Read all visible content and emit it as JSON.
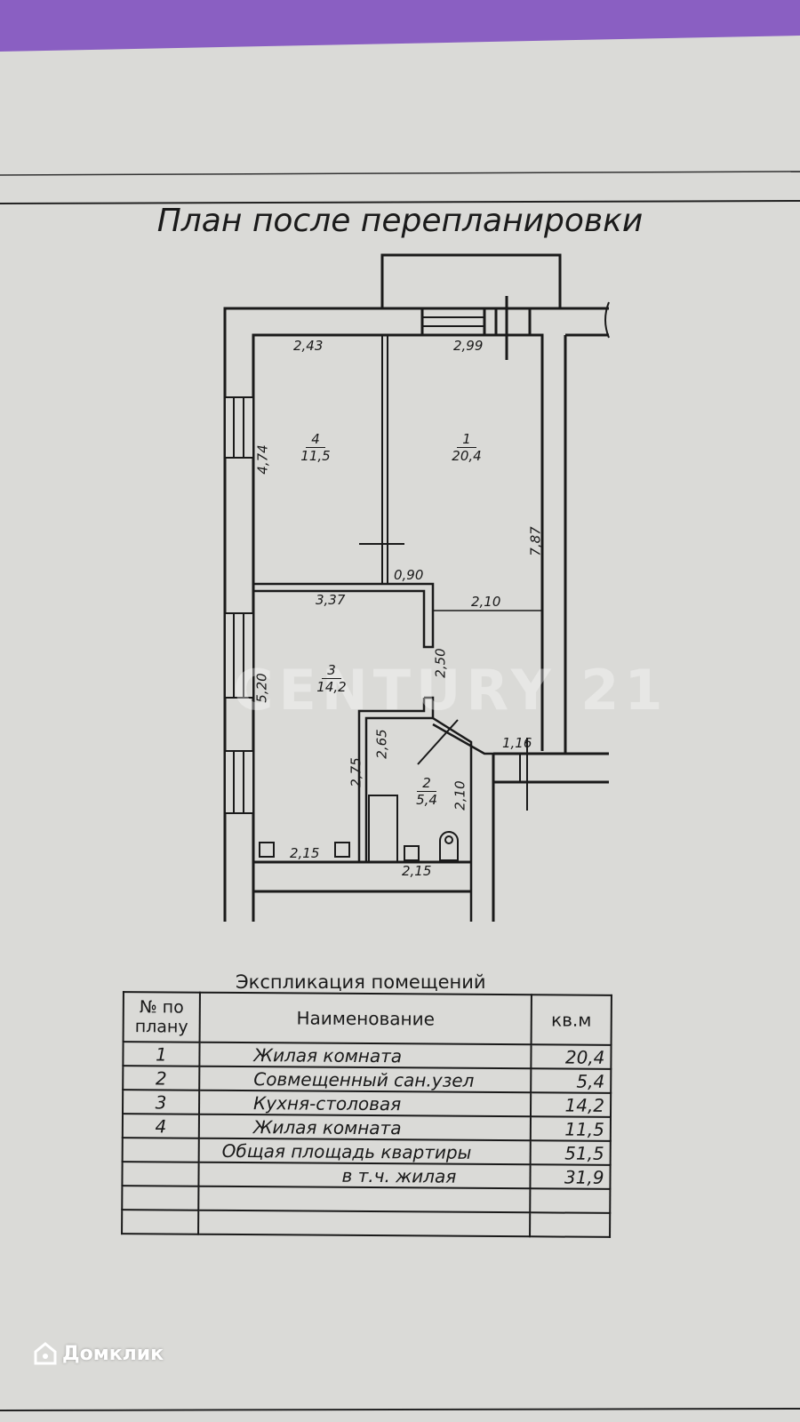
{
  "title": "План после перепланировки",
  "watermark": "CENTURY 21",
  "logo": "Домклик",
  "plan": {
    "rooms": [
      {
        "number": "1",
        "area": "20,4"
      },
      {
        "number": "2",
        "area": "5,4"
      },
      {
        "number": "3",
        "area": "14,2"
      },
      {
        "number": "4",
        "area": "11,5"
      }
    ],
    "dimensions": {
      "d243": "2,43",
      "d299": "2,99",
      "d474": "4,74",
      "d787": "7,87",
      "d090": "0,90",
      "d337": "3,37",
      "d210a": "2,10",
      "d250": "2,50",
      "d520": "5,20",
      "d275": "2,75",
      "d265": "2,65",
      "d210b": "2,10",
      "d116": "1,16",
      "d215a": "2,15",
      "d215b": "2,15"
    }
  },
  "table": {
    "title": "Экспликация помещений",
    "headers": {
      "num": "№ по плану",
      "name": "Наименование",
      "area": "кв.м"
    },
    "rows": [
      {
        "num": "1",
        "name": "Жилая комната",
        "area": "20,4"
      },
      {
        "num": "2",
        "name": "Совмещенный сан.узел",
        "area": "5,4"
      },
      {
        "num": "3",
        "name": "Кухня-столовая",
        "area": "14,2"
      },
      {
        "num": "4",
        "name": "Жилая комната",
        "area": "11,5"
      },
      {
        "num": "",
        "name": "Общая площадь квартиры",
        "area": "51,5"
      },
      {
        "num": "",
        "name": "в т.ч. жилая",
        "area": "31,9"
      }
    ]
  },
  "colors": {
    "background": "#8a5fc2",
    "paper": "#dcdcda",
    "ink": "#1a1a1a"
  }
}
